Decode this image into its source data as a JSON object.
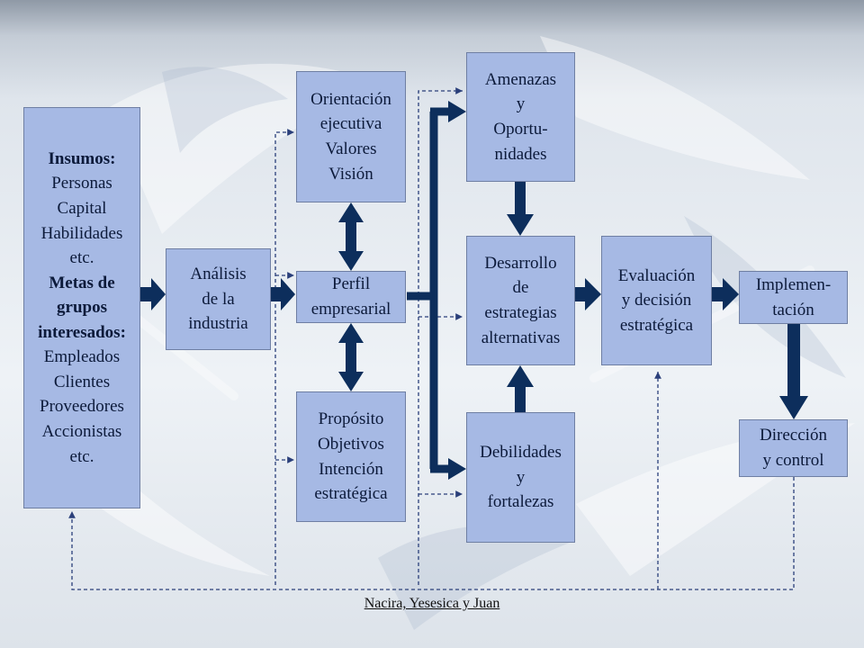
{
  "colors": {
    "box_fill": "#a6b9e4",
    "box_border": "#6f7fa3",
    "arrow": "#0d2e5c",
    "dashed": "#2a3f7a",
    "text": "#0c1a3a"
  },
  "boxes": {
    "insumos": {
      "title": "Insumos:",
      "items": [
        "Personas",
        "Capital",
        "Habilidades",
        "etc."
      ],
      "title2_lines": [
        "Metas de",
        "grupos",
        "interesados:"
      ],
      "items2": [
        "Empleados",
        "Clientes",
        "Proveedores",
        "Accionistas",
        "etc."
      ]
    },
    "analisis": {
      "lines": [
        "Análisis",
        "de la",
        "industria"
      ]
    },
    "orientacion": {
      "lines": [
        "Orientación",
        "ejecutiva",
        "Valores",
        "Visión"
      ]
    },
    "perfil": {
      "lines": [
        "Perfil",
        "empresarial"
      ]
    },
    "proposito": {
      "lines": [
        "Propósito",
        "Objetivos",
        "Intención",
        "estratégica"
      ]
    },
    "amenazas": {
      "lines": [
        "Amenazas",
        "y",
        "Oportu-",
        "nidades"
      ]
    },
    "desarrollo": {
      "lines": [
        "Desarrollo",
        "de",
        "estrategias",
        "alternativas"
      ]
    },
    "debilidades": {
      "lines": [
        "Debilidades",
        "y",
        "fortalezas"
      ]
    },
    "evaluacion": {
      "lines": [
        "Evaluación",
        "y decisión",
        "estratégica"
      ]
    },
    "implementacion": {
      "lines": [
        "Implemen-",
        "tación"
      ]
    },
    "direccion": {
      "lines": [
        "Dirección",
        "y control"
      ]
    }
  },
  "caption": "Nacira, Yesesica  y Juan"
}
